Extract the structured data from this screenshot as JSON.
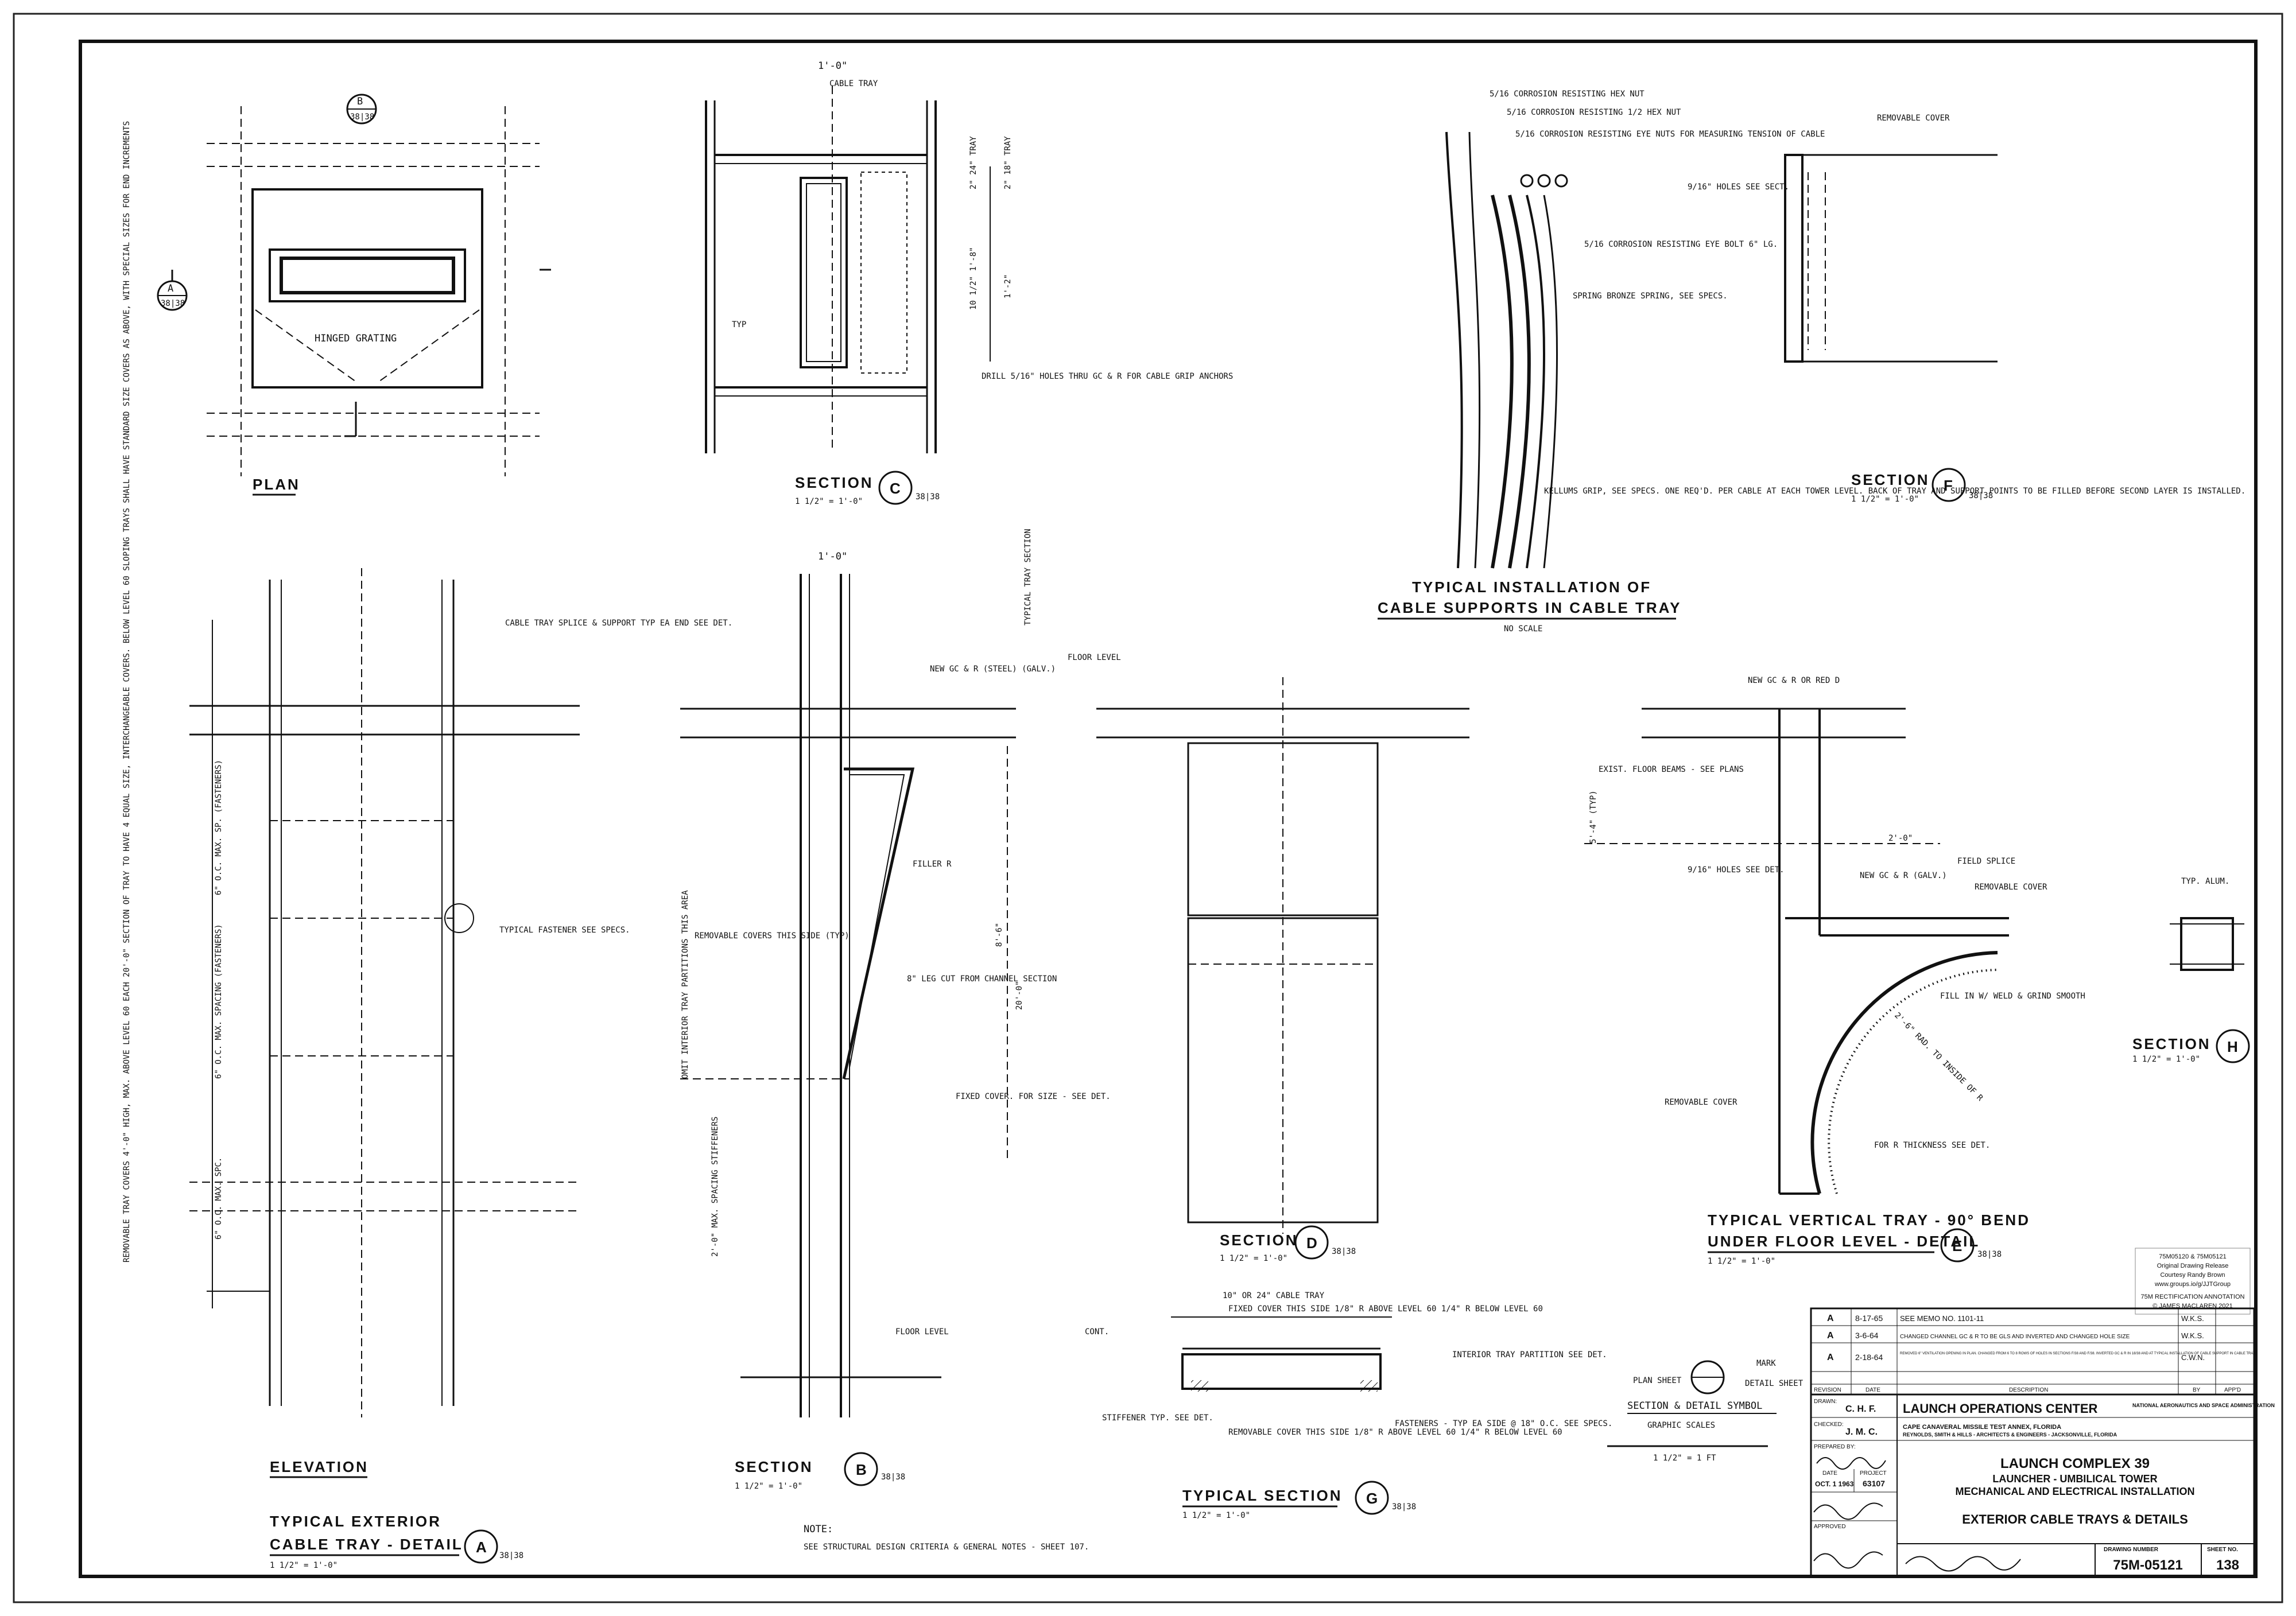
{
  "views": {
    "plan": {
      "title": "PLAN",
      "note": "HINGED GRATING",
      "section_a": "A",
      "section_b": "B",
      "sheet_ref": "38|38"
    },
    "section_c": {
      "title": "SECTION",
      "letter": "C",
      "scale": "1 1/2\" = 1'-0\"",
      "sheet_ref": "38|38",
      "dim_top": "1'-0\"",
      "label_tray": "CABLE TRAY",
      "dim_24": "2\" 24\" TRAY",
      "dim_18": "2\" 18\" TRAY",
      "dim_10": "10 1/2\" 1'-8\"",
      "dim_12": "1'-2\"",
      "typ": "TYP",
      "drill": "DRILL 5/16\" HOLES THRU GC & R FOR CABLE GRIP ANCHORS"
    },
    "cable_supports": {
      "title_line1": "TYPICAL INSTALLATION OF",
      "title_line2": "CABLE SUPPORTS IN CABLE TRAY",
      "scale": "NO SCALE",
      "n1": "5/16 CORROSION RESISTING HEX NUT",
      "n2": "5/16 CORROSION RESISTING 1/2 HEX NUT",
      "n3": "5/16 CORROSION RESISTING EYE NUTS FOR MEASURING TENSION OF CABLE",
      "n4": "5/16 CORROSION RESISTING EYE BOLT 6\" LG.",
      "n5": "SPRING BRONZE SPRING, SEE SPECS.",
      "n6": "KELLUMS GRIP, SEE SPECS. ONE REQ'D. PER CABLE AT EACH TOWER LEVEL. BACK OF TRAY AND SUPPORT POINTS TO BE FILLED BEFORE SECOND LAYER IS INSTALLED."
    },
    "section_f": {
      "title": "SECTION",
      "letter": "F",
      "scale": "1 1/2\" = 1'-0\"",
      "sheet_ref": "38|38",
      "n1": "REMOVABLE COVER",
      "n2": "9/16\" HOLES SEE SECT."
    },
    "elevation": {
      "title": "ELEVATION",
      "detail_line1": "TYPICAL EXTERIOR",
      "detail_line2": "CABLE TRAY - DETAIL",
      "letter": "A",
      "scale": "1 1/2\" = 1'-0\"",
      "sheet_ref": "38|38",
      "splice": "CABLE TRAY SPLICE & SUPPORT TYP EA END SEE DET.",
      "fastener": "TYPICAL FASTENER SEE SPECS.",
      "side_note": "REMOVABLE TRAY COVERS 4'-0\" HIGH, MAX. ABOVE LEVEL 60 EACH 20'-0\" SECTION OF TRAY TO HAVE 4 EQUAL SIZE, INTERCHANGEABLE COVERS. BELOW LEVEL 60 SLOPING TRAYS SHALL HAVE STANDARD SIZE COVERS AS ABOVE, WITH SPECIAL SIZES FOR END INCREMENTS",
      "dim1": "6\" O.C. MAX. SP. (FASTENERS)",
      "dim2": "6\" O.C. MAX. SPACING (FASTENERS)",
      "dim3": "6\" O.C. MAX. SPC."
    },
    "section_b": {
      "title": "SECTION",
      "letter": "B",
      "scale": "1 1/2\" = 1'-0\"",
      "sheet_ref": "38|38",
      "note_title": "NOTE:",
      "note": "SEE STRUCTURAL DESIGN CRITERIA & GENERAL NOTES - SHEET 107.",
      "n1": "NEW GC & R (STEEL) (GALV.)",
      "n2": "FLOOR LEVEL",
      "n3": "FILLER R",
      "n4": "REMOVABLE COVERS THIS SIDE (TYP)",
      "n5": "8\" LEG CUT FROM CHANNEL SECTION",
      "n6": "FIXED COVER. FOR SIZE - SEE DET.",
      "n7": "2'-0\" MAX. SPACING STIFFENERS",
      "n8": "OMIT INTERIOR TRAY PARTITIONS THIS AREA",
      "n9": "TYPICAL TRAY SECTION",
      "dim_top": "1'-0\"",
      "dim_8": "8'-6\"",
      "dim_20": "20'-0\"",
      "floor": "FLOOR LEVEL"
    },
    "section_d": {
      "title": "SECTION",
      "letter": "D",
      "scale": "1 1/2\" = 1'-0\"",
      "sheet_ref": "38|38"
    },
    "typical_section": {
      "title": "TYPICAL SECTION",
      "letter": "G",
      "scale": "1 1/2\" = 1'-0\"",
      "sheet_ref": "38|38",
      "top": "10\" OR 24\" CABLE TRAY",
      "n1": "FIXED COVER THIS SIDE 1/8\" R ABOVE LEVEL 60 1/4\" R BELOW LEVEL 60",
      "n2": "REMOVABLE COVER THIS SIDE 1/8\" R ABOVE LEVEL 60 1/4\" R BELOW LEVEL 60",
      "n3": "INTERIOR TRAY PARTITION SEE DET.",
      "n4": "FASTENERS - TYP EA SIDE @ 18\" O.C. SEE SPECS.",
      "n5": "STIFFENER TYP. SEE DET.",
      "n6": "CONT."
    },
    "vertical_tray": {
      "title_line1": "TYPICAL VERTICAL TRAY - 90° BEND",
      "title_line2": "UNDER FLOOR LEVEL - DETAIL",
      "letter": "E",
      "scale": "1 1/2\" = 1'-0\"",
      "sheet_ref": "38|38",
      "n1": "NEW GC & R OR RED D",
      "n2": "EXIST. FLOOR BEAMS - SEE PLANS",
      "n3": "FIELD SPLICE",
      "n4": "REMOVABLE COVER",
      "n5": "NEW GC & R (GALV.)",
      "n6": "9/16\" HOLES SEE DET.",
      "n7": "FOR R THICKNESS SEE DET.",
      "n8": "REMOVABLE COVER",
      "n9": "FILL IN W/ WELD & GRIND SMOOTH",
      "dim1": "5'-4\" (TYP)",
      "dim2": "2'-0\"",
      "dim3": "2'-6\" RAD. TO INSIDE OF R"
    },
    "section_h": {
      "title": "SECTION",
      "letter": "H",
      "scale": "1 1/2\" = 1'-0\"",
      "sheet_ref": "38|38",
      "n1": "TYP. ALUM."
    },
    "symbol": {
      "title": "SECTION & DETAIL SYMBOL",
      "mark": "MARK",
      "plan_sheet": "PLAN SHEET",
      "detail_sheet": "DETAIL SHEET",
      "graphic_scales": "GRAPHIC SCALES",
      "scale_text": "1 1/2\" = 1 FT"
    }
  },
  "stamp": {
    "line1": "75M05120 & 75M05121",
    "line2": "Original Drawing Release",
    "line3": "Courtesy Randy Brown",
    "line4": "www.groups.io/g/JJTGroup",
    "line5": "75M RECTIFICATION ANNOTATION",
    "line6": "© JAMES MACLAREN 2021"
  },
  "revisions": [
    {
      "mark": "A",
      "date": "8-17-65",
      "desc": "SEE MEMO NO. 1101-11",
      "by": "W.K.S."
    },
    {
      "mark": "A",
      "date": "3-6-64",
      "desc": "CHANGED CHANNEL GC & R TO BE GLS AND INVERTED AND CHANGED HOLE SIZE",
      "by": "W.K.S."
    },
    {
      "mark": "A",
      "date": "2-18-64",
      "desc": "REMOVED 6\" VENTILATION OPENING IN PLAN. CHANGED FROM 6 TO 8 ROWS OF HOLES IN SECTIONS F/38 AND F/38. INVERTED GC & R IN 18/38 AND AT TYPICAL INSTALLATION OF CABLE SUPPORT IN CABLE TRAY",
      "by": "C.W.N."
    }
  ],
  "revision_headers": {
    "revision": "REVISION",
    "date": "DATE",
    "description": "DESCRIPTION",
    "by": "BY",
    "appd": "APP'D"
  },
  "title_block": {
    "drawn_label": "DRAWN:",
    "drawn": "C. H. F.",
    "checked_label": "CHECKED:",
    "checked": "J. M. C.",
    "prepared_label": "PREPARED BY:",
    "center": "LAUNCH OPERATIONS CENTER",
    "agency": "NATIONAL AERONAUTICS AND SPACE ADMINISTRATION",
    "location": "CAPE CANAVERAL MISSILE TEST ANNEX, FLORIDA",
    "firm": "REYNOLDS, SMITH & HILLS - ARCHITECTS & ENGINEERS - JACKSONVILLE, FLORIDA",
    "complex": "LAUNCH COMPLEX 39",
    "line2": "LAUNCHER - UMBILICAL TOWER",
    "line3": "MECHANICAL AND ELECTRICAL INSTALLATION",
    "sheet_title": "EXTERIOR CABLE TRAYS & DETAILS",
    "date_label": "DATE",
    "date": "OCT. 1 1963",
    "project_label": "PROJECT",
    "project": "63107",
    "approved_label": "APPROVED",
    "drawing_number_label": "DRAWING NUMBER",
    "drawing_number": "75M-05121",
    "sheet_no_label": "SHEET NO.",
    "sheet_no": "138"
  }
}
